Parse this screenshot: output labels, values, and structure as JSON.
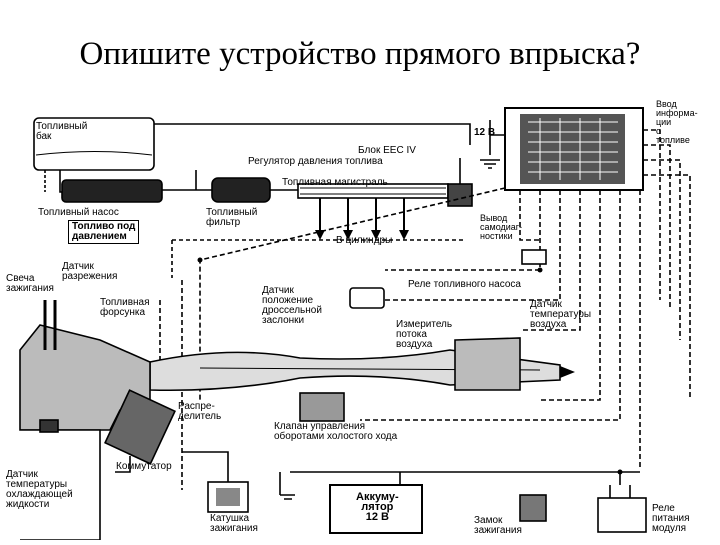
{
  "slide": {
    "title": "Опишите устройство прямого впрыска?"
  },
  "labels": {
    "fuel_tank": "Топливный\nбак",
    "fuel_pump": "Топливный насос",
    "fuel_under_pressure": "Топливо под\nдавлением",
    "fuel_filter": "Топливный\nфильтр",
    "fuel_line": "Топливная магистраль",
    "to_cylinders": "В цилиндры",
    "battery_12v_top": "12 В",
    "eec_block": "Блок EEC IV",
    "pressure_regulator": "Регулятор давления топлива",
    "info_input": "Ввод\nинформа-\nции\nо\nтопливе",
    "diag_output": "Вывод\nсамодиаг-\nностики",
    "vacuum_sensor": "Датчик\nразрежения",
    "spark_plug": "Свеча\nзажигания",
    "injector": "Топливная\nфорсунка",
    "fuel_pump_relay": "Реле топливного насоса",
    "throttle_sensor": "Датчик\nположение\nдроссельной\nзаслонки",
    "air_temp_sensor": "Датчик\nтемпературы\nвоздуха",
    "airflow_meter": "Измеритель\nпотока\nвоздуха",
    "distributor": "Распре-\nделитель",
    "idle_valve": "Клапан управления\nоборотами холостого хода",
    "commutator": "Коммутатор",
    "coolant_temp_sensor": "Датчик\nтемпературы\nохлаждающей\nжидкости",
    "ignition_coil": "Катушка\nзажигания",
    "battery": "Аккуму-\nлятор\n12 В",
    "ignition_lock": "Замок\nзажигания",
    "module_relay": "Реле\nпитания\nмодуля"
  }
}
